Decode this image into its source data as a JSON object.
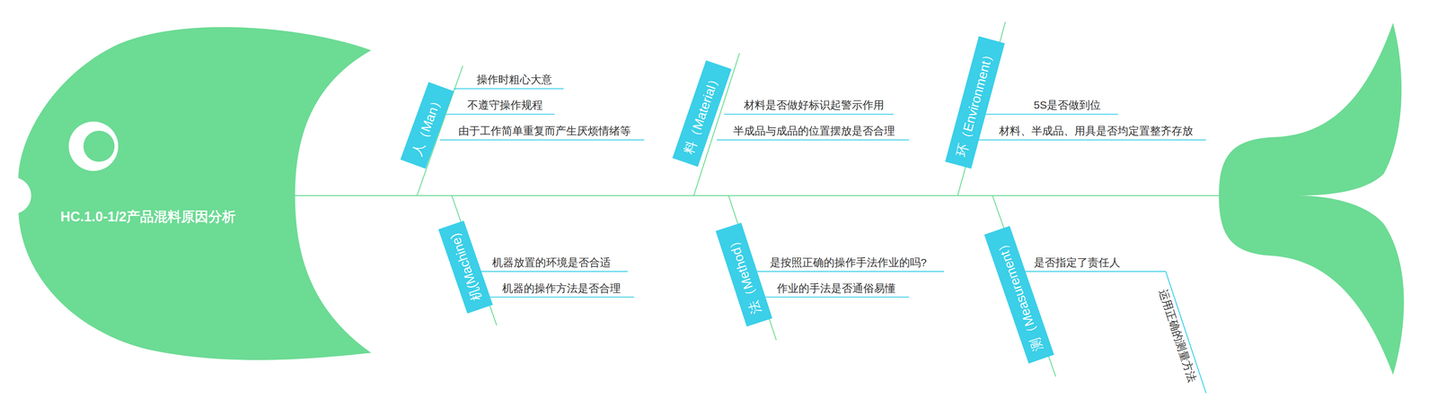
{
  "diagram": {
    "title": "HC.1.0-1/2产品混料原因分析",
    "nodes": [
      {
        "text": [
          "人（Man）"
        ]
      },
      {
        "text": [
          "料（Material）"
        ]
      },
      {
        "text": [
          "环（Environment）"
        ]
      },
      {
        "text": [
          "机(Machine)"
        ]
      },
      {
        "text": [
          "法（Method）"
        ]
      },
      {
        "text": [
          "测（Measurement）"
        ]
      }
    ],
    "labels": [
      "操作时粗心大意",
      "不遵守操作规程",
      "由于工作简单重复而产生厌烦情绪等",
      "材料是否做好标识起警示作用",
      "半成品与成品的位置摆放是否合理",
      "5S是否做到位",
      "材料、半成品、用具是否均定置整齐存放",
      "机器放置的环境是否合适",
      "机器的操作方法是否合理",
      "是按照正确的操作手法作业的吗?",
      "作业的手法是否通俗易懂",
      "是否指定了责任人",
      "运用正确的测量方法"
    ]
  }
}
